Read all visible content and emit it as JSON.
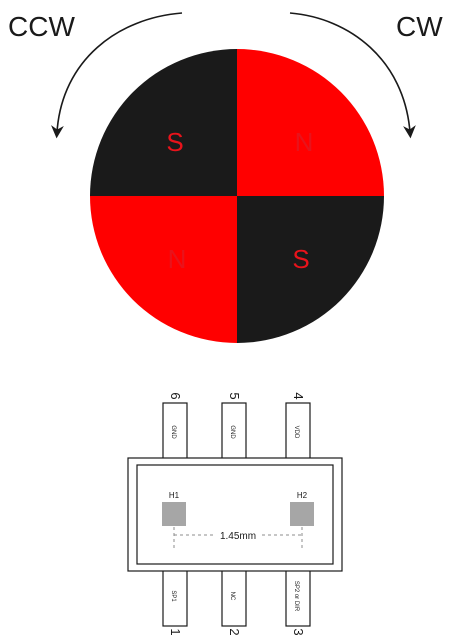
{
  "rotation": {
    "ccw_label": "CCW",
    "cw_label": "CW"
  },
  "magnet": {
    "quadrants": [
      {
        "position": "top-left",
        "pole": "S",
        "fill": "#1a1a1a"
      },
      {
        "position": "top-right",
        "pole": "N",
        "fill": "#ff0000"
      },
      {
        "position": "bottom-left",
        "pole": "N",
        "fill": "#ff0000"
      },
      {
        "position": "bottom-right",
        "pole": "S",
        "fill": "#1a1a1a"
      }
    ],
    "label_color": "#e8131b"
  },
  "chip": {
    "pins": [
      {
        "number": "6",
        "signal": "GND"
      },
      {
        "number": "5",
        "signal": "GND"
      },
      {
        "number": "4",
        "signal": "VDD"
      },
      {
        "number": "1",
        "signal": "SP1"
      },
      {
        "number": "2",
        "signal": "NC"
      },
      {
        "number": "3",
        "signal": "SP2 or DIR"
      }
    ],
    "sensors": [
      {
        "label": "H1"
      },
      {
        "label": "H2"
      }
    ],
    "dimension_label": "1.45mm"
  }
}
